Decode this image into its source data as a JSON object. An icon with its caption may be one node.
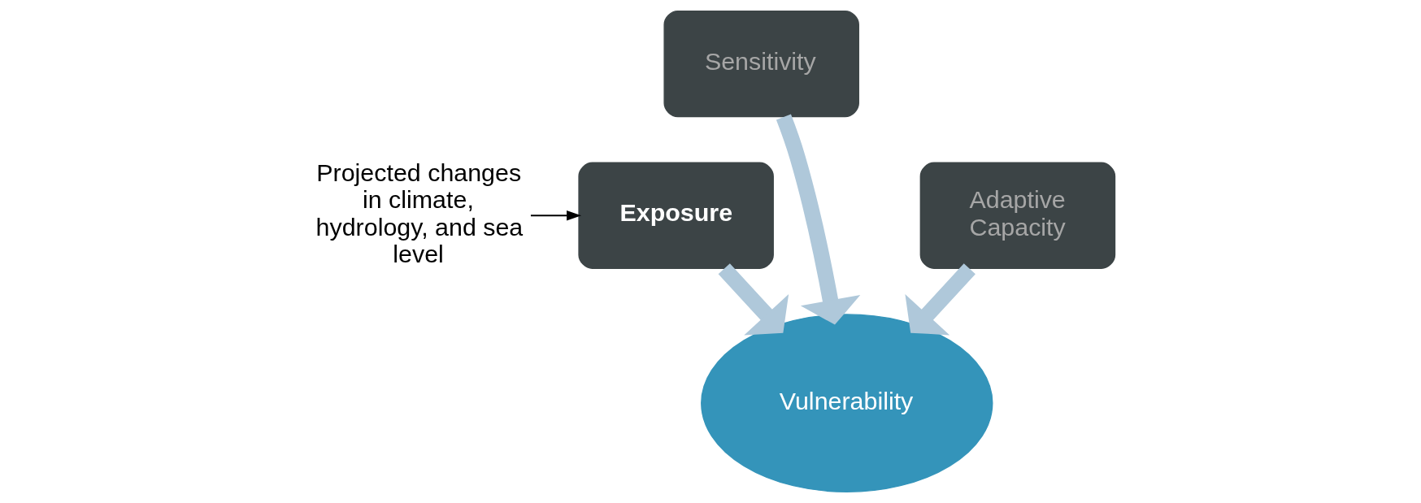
{
  "diagram": {
    "nodes": [
      {
        "text": [
          "Projected changes in climate, hydrology, and sea level"
        ]
      },
      {
        "text": [
          "Exposure"
        ]
      },
      {
        "text": [
          "Sensitivity"
        ]
      },
      {
        "text": [
          "Adaptive Capacity"
        ]
      },
      {
        "text": [
          "Vulnerability"
        ]
      }
    ],
    "edges": [
      {
        "from": 0,
        "to": 1,
        "arrow": "to",
        "color": "#000000"
      },
      {
        "from": 1,
        "to": 4,
        "arrow": "to"
      },
      {
        "from": 2,
        "to": 4,
        "arrow": "to"
      },
      {
        "from": 3,
        "to": 4,
        "arrow": "to"
      }
    ]
  }
}
